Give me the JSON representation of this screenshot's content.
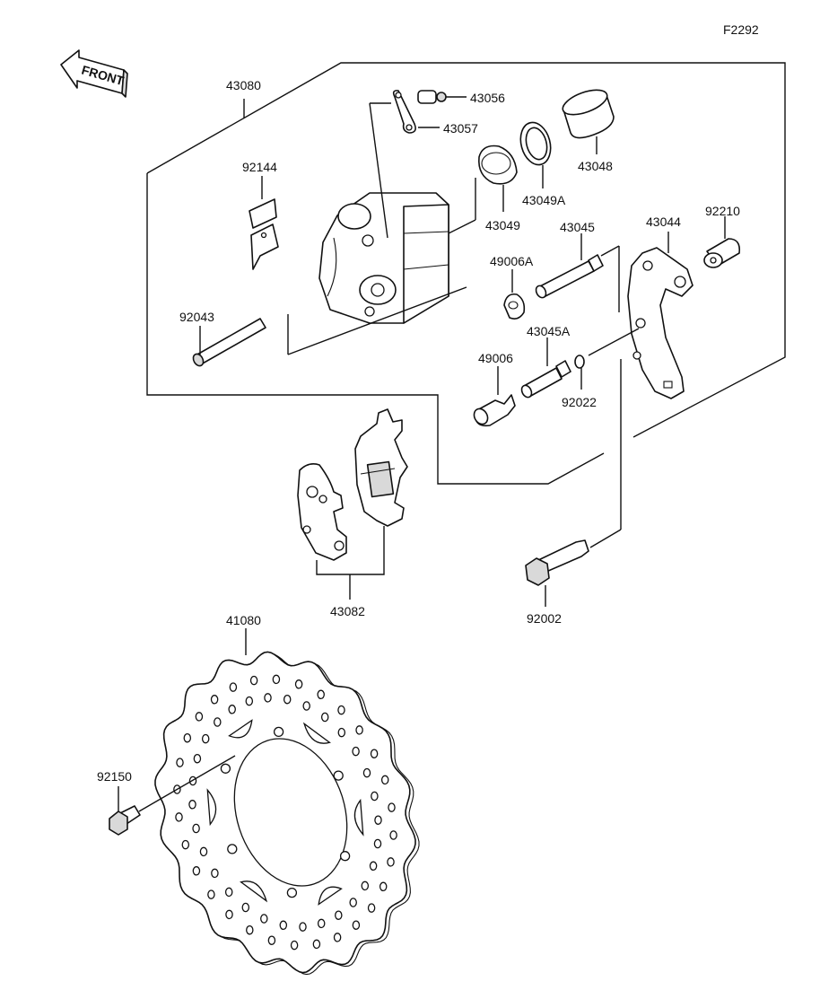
{
  "figure_code": "F2292",
  "front_label": "FRONT",
  "parts": {
    "caliper_assy": "43080",
    "bleed_cap": "43056",
    "bleed_screw": "43057",
    "piston": "43048",
    "dust_seal": "43049A",
    "piston_seal": "43049",
    "pad_spring": "92144",
    "pin": "92043",
    "slide_pin": "43045",
    "boot_a": "49006A",
    "bracket": "43044",
    "bushing": "92210",
    "slide_pin_a": "43045A",
    "boot": "49006",
    "circlip": "92022",
    "pad_set": "43082",
    "bolt": "92002",
    "disc": "41080",
    "disc_bolt": "92150"
  }
}
